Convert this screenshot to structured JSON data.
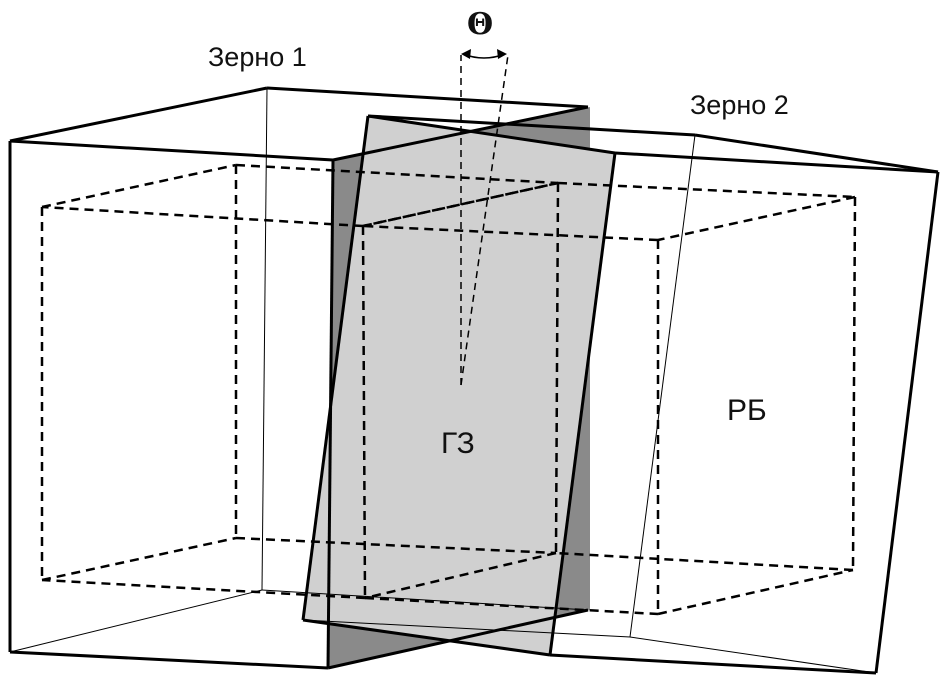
{
  "labels": {
    "grain1": "Зерно 1",
    "grain2": "Зерно 2",
    "theta": "Θ",
    "boundary": "ГЗ",
    "rb": "РБ"
  },
  "colors": {
    "plane_fill": "#d0d0d0",
    "plane_dark": "#8a8a8a",
    "stroke": "#000000"
  }
}
